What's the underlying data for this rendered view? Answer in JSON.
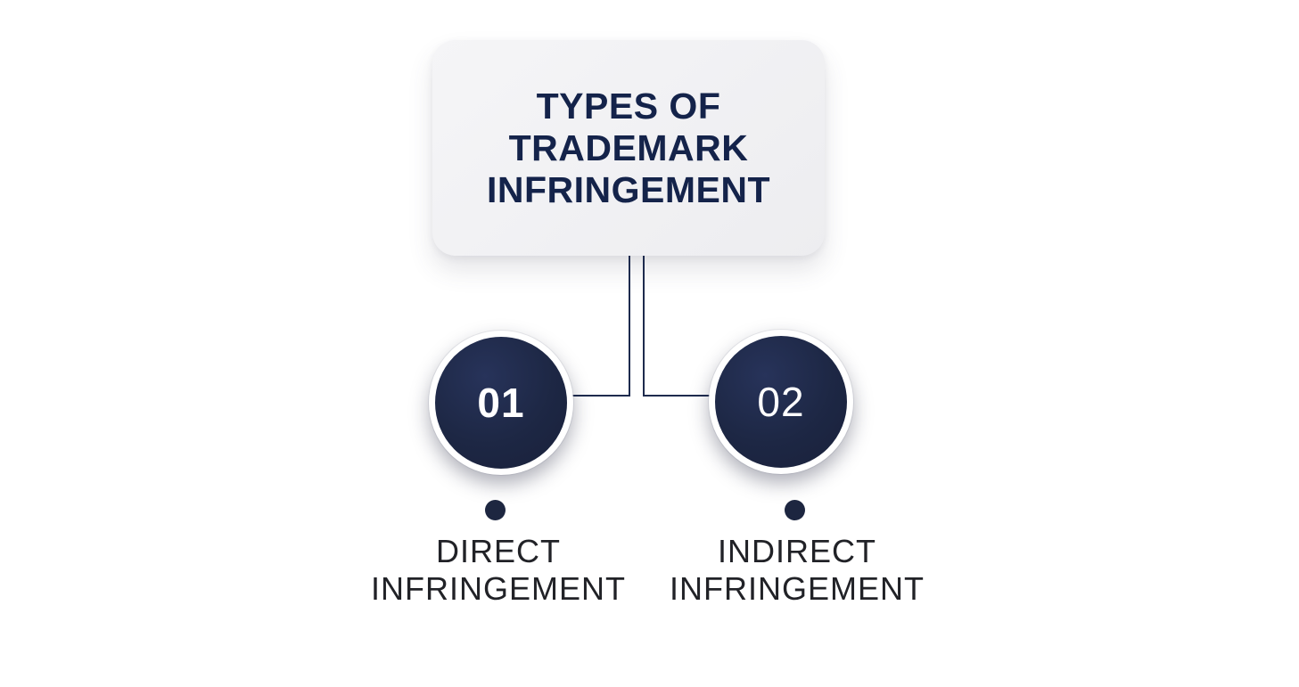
{
  "title": {
    "line1": "TYPES OF",
    "line2": "TRADEMARK",
    "line3": "INFRINGEMENT"
  },
  "nodes": [
    {
      "number": "01",
      "label_line1": "DIRECT",
      "label_line2": "INFRINGEMENT"
    },
    {
      "number": "02",
      "label_line1": "INDIRECT",
      "label_line2": "INFRINGEMENT"
    }
  ],
  "colors": {
    "background": "#ffffff",
    "card_bg": "#f0f0f2",
    "title_text": "#14234a",
    "circle_fill": "#1d2744",
    "circle_number": "#ffffff",
    "connector": "#1e2b4e",
    "dot": "#1d2640",
    "label_text": "#212227"
  }
}
